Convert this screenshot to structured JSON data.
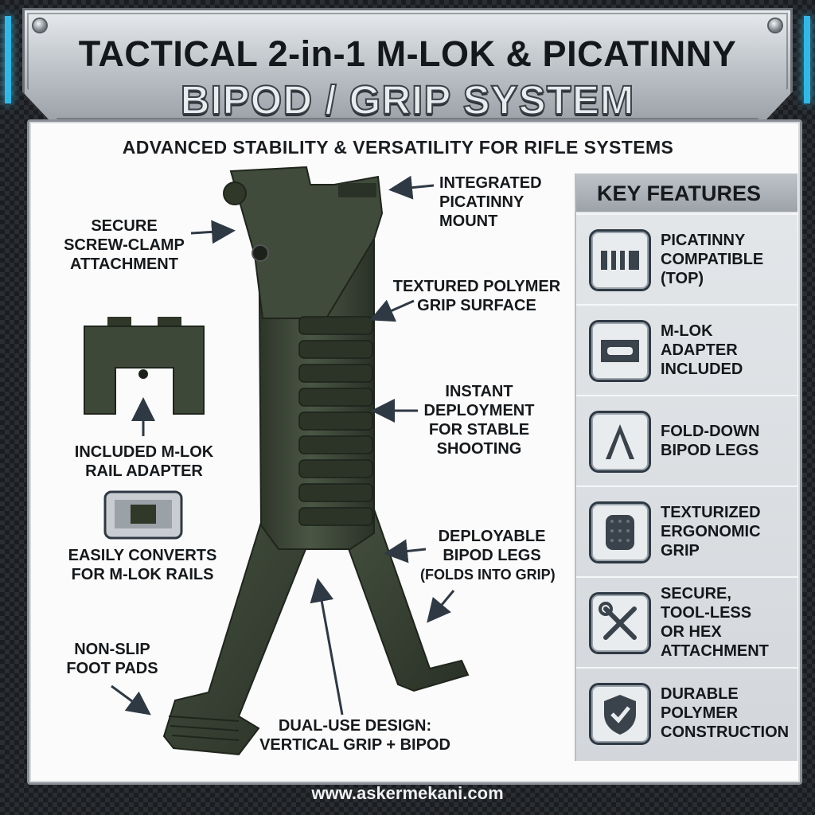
{
  "header": {
    "title_line1": "TACTICAL 2-in-1 M-LOK & PICATINNY",
    "title_line2": "BIPOD / GRIP SYSTEM"
  },
  "subtitle": "ADVANCED STABILITY & VERSATILITY FOR RIFLE SYSTEMS",
  "callouts": {
    "picatinny_mount": "INTEGRATED\nPICATINNY\nMOUNT",
    "screw_clamp": "SECURE\nSCREW-CLAMP\nATTACHMENT",
    "grip_surface": "TEXTURED POLYMER\nGRIP SURFACE",
    "deployment": "INSTANT\nDEPLOYMENT\nFOR STABLE\nSHOOTING",
    "mlok_adapter": "INCLUDED M-LOK\nRAIL ADAPTER",
    "converts": "EASILY CONVERTS\nFOR M-LOK RAILS",
    "bipod_legs": "DEPLOYABLE\nBIPOD LEGS",
    "folds": "(FOLDS INTO GRIP)",
    "foot_pads": "NON-SLIP\nFOOT PADS",
    "dual_use": "DUAL-USE DESIGN:\nVERTICAL GRIP + BIPOD"
  },
  "key_features": {
    "heading": "KEY FEATURES",
    "items": [
      {
        "label": "PICATINNY\nCOMPATIBLE\n(TOP)",
        "icon": "picatinny-rail-icon"
      },
      {
        "label": "M-LOK\nADAPTER\nINCLUDED",
        "icon": "mlok-slot-icon"
      },
      {
        "label": "FOLD-DOWN\nBIPOD LEGS",
        "icon": "bipod-legs-icon"
      },
      {
        "label": "TEXTURIZED\nERGONOMIC\nGRIP",
        "icon": "textured-grip-icon"
      },
      {
        "label": "SECURE,\nTOOL-LESS\nOR HEX\nATTACHMENT",
        "icon": "tools-icon"
      },
      {
        "label": "DURABLE\nPOLYMER\nCONSTRUCTION",
        "icon": "shield-check-icon"
      }
    ]
  },
  "footer": {
    "url": "www.askermekani.com"
  },
  "colors": {
    "accent": "#35b7e6",
    "product": "#3b4536",
    "outline": "#2f3944"
  }
}
